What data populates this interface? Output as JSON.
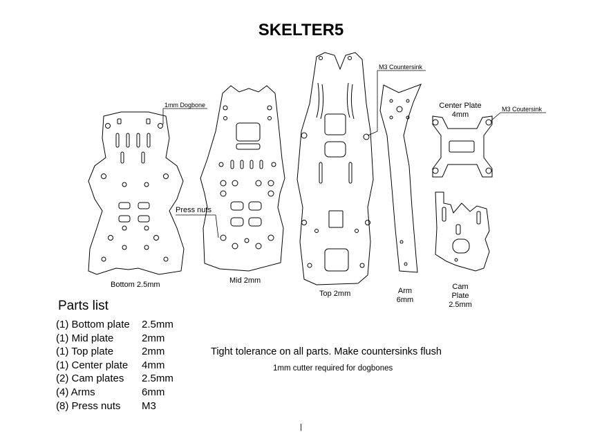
{
  "title": "SKELTER5",
  "callouts": {
    "dogbone": "1mm Dogbone",
    "countersink": "M3 Countersink",
    "center_countersink": "M3 Coutersink",
    "press_nuts": "Press nuts"
  },
  "labels": {
    "bottom": "Bottom 2.5mm",
    "mid": "Mid 2mm",
    "top": "Top 2mm",
    "arm_line1": "Arm",
    "arm_line2": "6mm",
    "center_line1": "Center Plate",
    "center_line2": "4mm",
    "cam_line1": "Cam",
    "cam_line2": "Plate",
    "cam_line3": "2.5mm"
  },
  "parts_list": {
    "heading": "Parts list",
    "items": [
      {
        "qty_name": "(1) Bottom plate",
        "spec": "2.5mm"
      },
      {
        "qty_name": "(1) Mid plate",
        "spec": "2mm"
      },
      {
        "qty_name": "(1) Top plate",
        "spec": "2mm"
      },
      {
        "qty_name": "(1) Center plate",
        "spec": "4mm"
      },
      {
        "qty_name": "(2) Cam plates",
        "spec": "2.5mm"
      },
      {
        "qty_name": "(4) Arms",
        "spec": "6mm"
      },
      {
        "qty_name": "(8) Press nuts",
        "spec": "M3"
      }
    ]
  },
  "notes": {
    "tolerance": "Tight tolerance on all parts. Make countersinks flush",
    "cutter": "1mm cutter required for dogbones"
  },
  "page_marker": "|"
}
